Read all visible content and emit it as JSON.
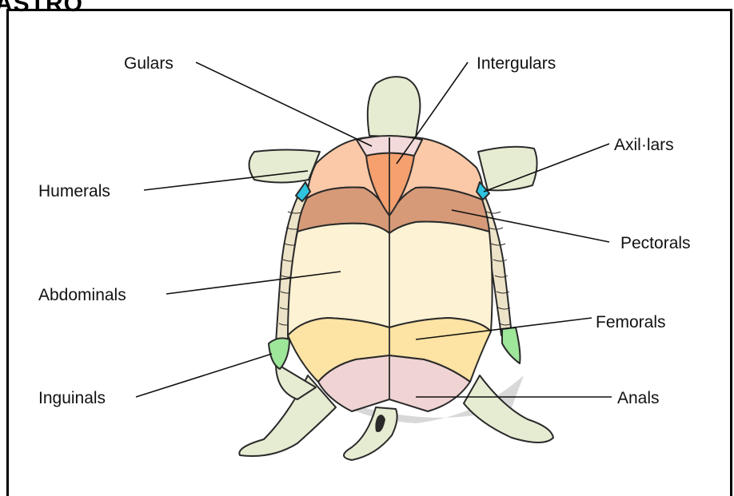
{
  "heading": "ASTRO",
  "colors": {
    "limb": "#e6ecd2",
    "gulars": "#f3dada",
    "intergulars": "#f5a06e",
    "humerals": "#fcc9a8",
    "pectorals": "#d69a78",
    "abdominals": "#fdf2d4",
    "femorals": "#fde3a4",
    "anals": "#f0d3d3",
    "axillars": "#2ec4e0",
    "inguinals": "#9ee69a",
    "bridge": "#ede3c8",
    "shadow": "#d8d8d8"
  },
  "labels": {
    "gulars": "Gulars",
    "intergulars": "Intergulars",
    "axillars": "Axil·lars",
    "humerals": "Humerals",
    "pectorals": "Pectorals",
    "abdominals": "Abdominals",
    "femorals": "Femorals",
    "inguinals": "Inguinals",
    "anals": "Anals"
  }
}
